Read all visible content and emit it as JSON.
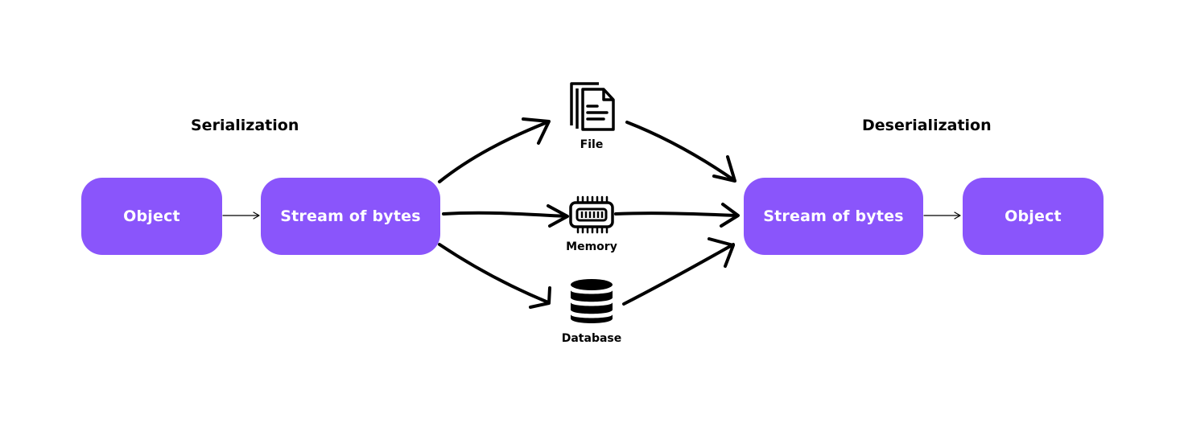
{
  "headings": {
    "serialization": "Serialization",
    "deserialization": "Deserialization"
  },
  "nodes": {
    "object_left": "Object",
    "stream_left": "Stream of bytes",
    "stream_right": "Stream of bytes",
    "object_right": "Object"
  },
  "storage": {
    "file": "File",
    "memory": "Memory",
    "database": "Database"
  },
  "colors": {
    "node_fill": "#8a55fb",
    "node_text": "#ffffff",
    "ink": "#000000"
  },
  "icons": [
    "file-icon",
    "memory-chip-icon",
    "database-icon"
  ]
}
